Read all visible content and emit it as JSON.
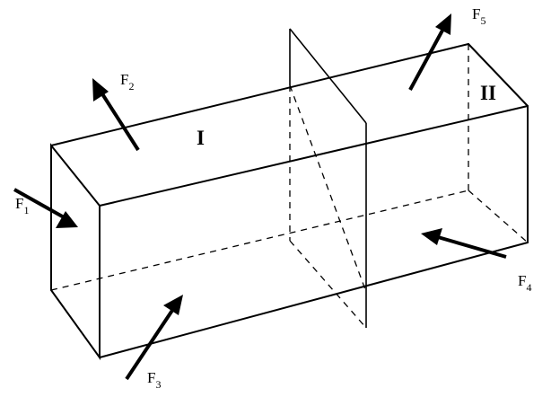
{
  "regions": {
    "left": "I",
    "right": "II"
  },
  "forces": [
    {
      "letter": "F",
      "sub": "1"
    },
    {
      "letter": "F",
      "sub": "2"
    },
    {
      "letter": "F",
      "sub": "3"
    },
    {
      "letter": "F",
      "sub": "4"
    },
    {
      "letter": "F",
      "sub": "5"
    }
  ],
  "colors": {
    "ink": "#000000",
    "background": "#ffffff"
  }
}
